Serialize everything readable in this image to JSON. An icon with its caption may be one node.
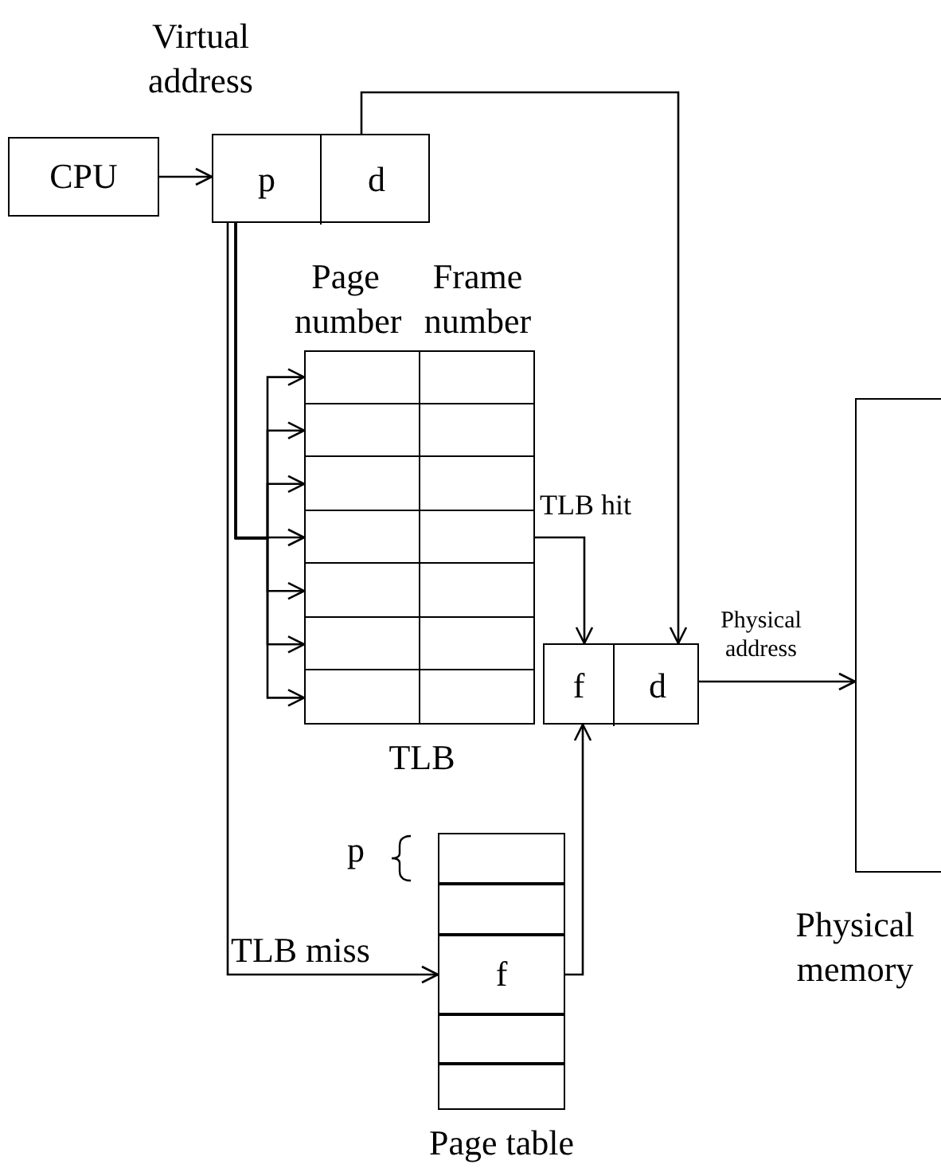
{
  "diagram": {
    "nodes": [
      {
        "text": [
          "CPU"
        ]
      },
      {
        "text": [
          "Virtual address"
        ]
      },
      {
        "text": [
          "p"
        ],
        "in": 1
      },
      {
        "text": [
          "d"
        ],
        "in": 1
      },
      {
        "text": [
          "Page number",
          "Frame number",
          "TLB"
        ]
      },
      {
        "text": [],
        "shape": "box",
        "in": 4
      },
      {
        "text": [],
        "shape": "box",
        "in": 4
      },
      {
        "text": [],
        "shape": "box",
        "in": 4
      },
      {
        "text": [],
        "shape": "box",
        "in": 4
      },
      {
        "text": [],
        "shape": "box",
        "in": 4
      },
      {
        "text": [],
        "shape": "box",
        "in": 4
      },
      {
        "text": [],
        "shape": "box",
        "in": 4
      },
      {
        "text": [],
        "shape": "box"
      },
      {
        "text": [
          "f"
        ],
        "in": 12
      },
      {
        "text": [
          "d"
        ],
        "in": 12
      },
      {
        "text": [
          "Physical memory"
        ]
      },
      {
        "text": [
          "Page table"
        ]
      },
      {
        "text": [],
        "shape": "box",
        "in": 16
      },
      {
        "text": [],
        "shape": "box",
        "in": 16
      },
      {
        "text": [
          "f"
        ],
        "in": 16
      },
      {
        "text": [],
        "shape": "box",
        "in": 16
      },
      {
        "text": [],
        "shape": "box",
        "in": 16
      }
    ],
    "edges": [
      {
        "from": 0,
        "to": 1,
        "arrow": "to"
      },
      {
        "from": 3,
        "to": 14,
        "arrow": "to"
      },
      {
        "from": 2,
        "to": 5,
        "arrow": "to"
      },
      {
        "from": 2,
        "to": 6,
        "arrow": "to"
      },
      {
        "from": 2,
        "to": 7,
        "arrow": "to"
      },
      {
        "from": 2,
        "to": 8,
        "arrow": "to"
      },
      {
        "from": 2,
        "to": 9,
        "arrow": "to"
      },
      {
        "from": 2,
        "to": 10,
        "arrow": "to"
      },
      {
        "from": 2,
        "to": 11,
        "arrow": "to"
      },
      {
        "from": 8,
        "to": 13,
        "arrow": "to",
        "label": "TLB hit"
      },
      {
        "from": 2,
        "to": 19,
        "arrow": "to",
        "label": "TLB miss"
      },
      {
        "from": 19,
        "to": 13,
        "arrow": "to"
      },
      {
        "from": 14,
        "to": 15,
        "arrow": "to",
        "label": "Physical address"
      }
    ],
    "labels": [
      "p"
    ]
  }
}
